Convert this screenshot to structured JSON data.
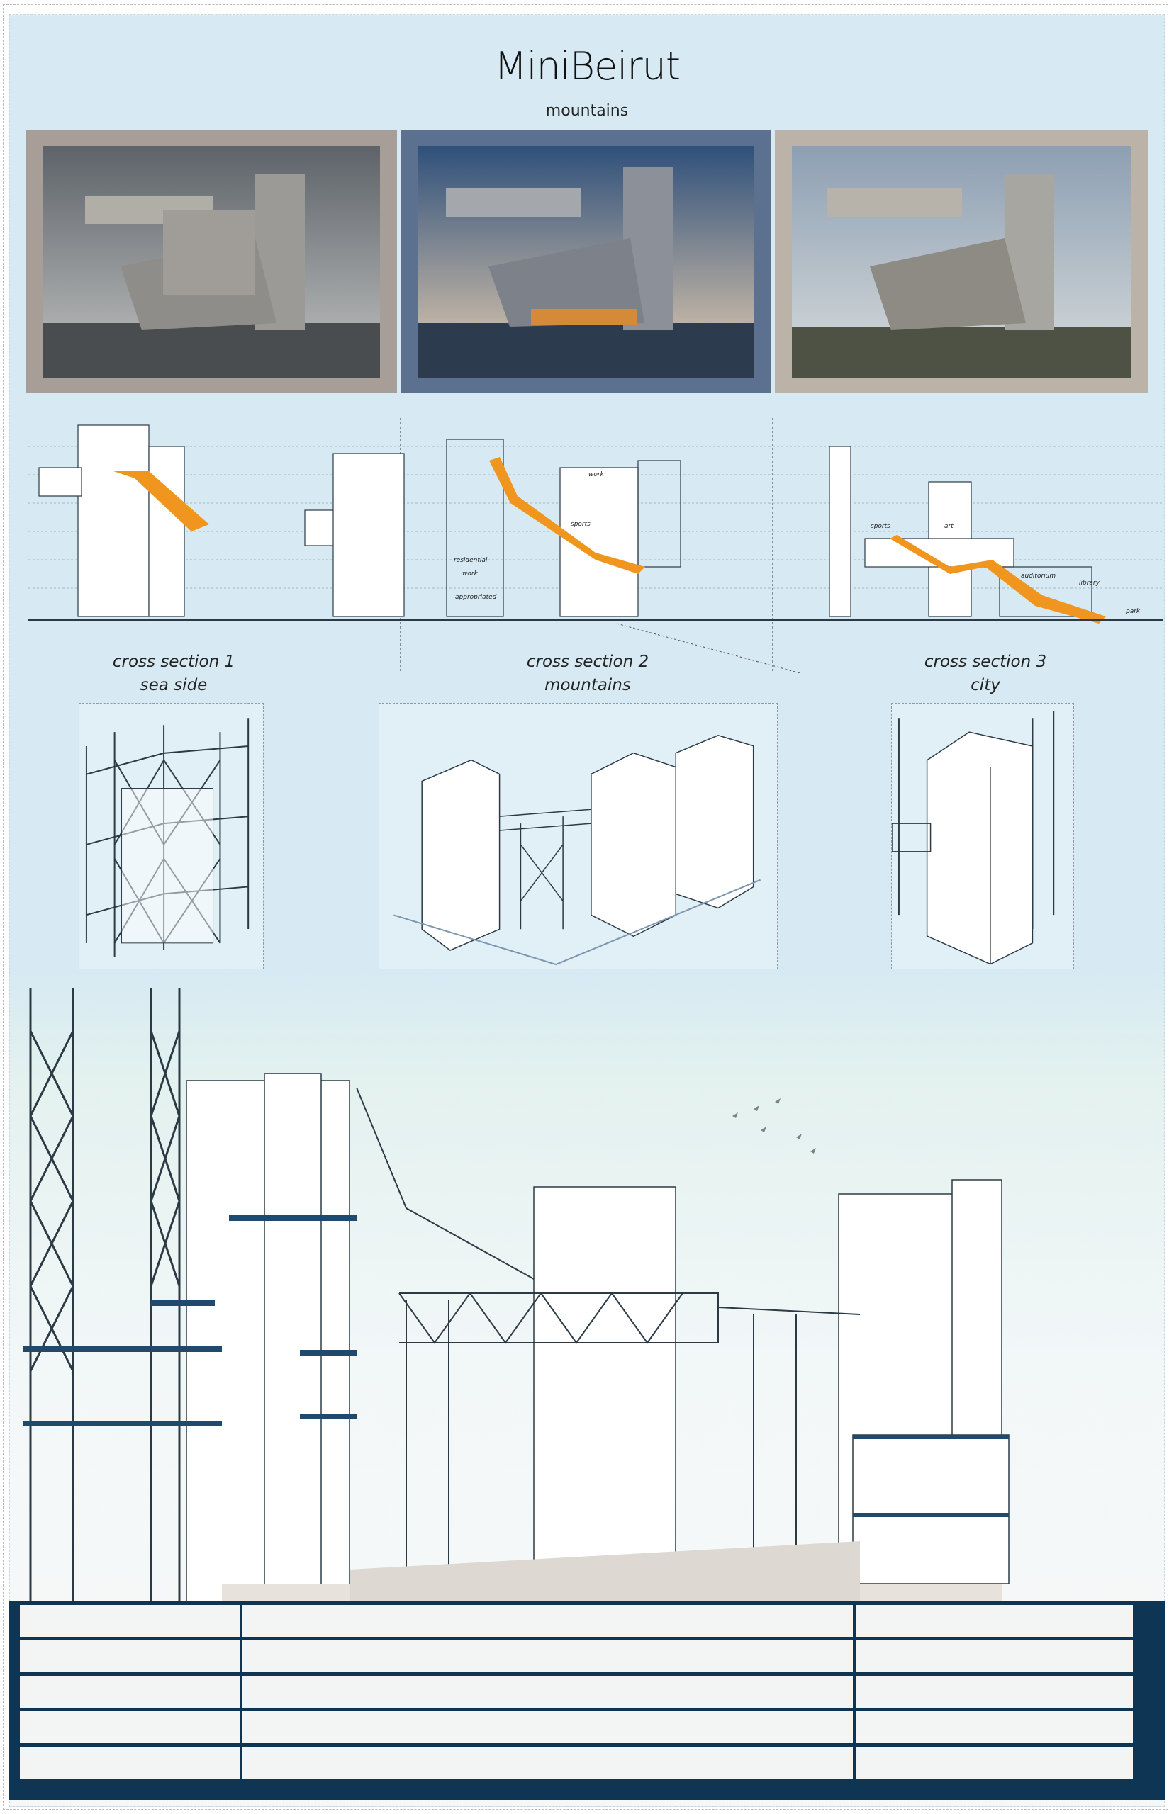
{
  "poster": {
    "title": "MiniBeirut",
    "subtitle": "mountains"
  },
  "renders": [
    {
      "name": "render-overcast",
      "sky": "#6f757b",
      "mat": "#a79e97"
    },
    {
      "name": "render-dusk",
      "sky": "#3d5c84",
      "mat": "#5c7190"
    },
    {
      "name": "render-daylight",
      "sky": "#a6b6c4",
      "mat": "#bcb3a8"
    }
  ],
  "elevation_labels": {
    "residential": "residential",
    "work": "work",
    "appropriated": "appropriated",
    "work_tower": "work",
    "sports_bridge": "sports",
    "sports_right": "sports",
    "art": "art",
    "auditorium": "auditorium",
    "library": "library",
    "park": "park"
  },
  "cross_sections": [
    {
      "title": "cross section 1",
      "place": "sea side"
    },
    {
      "title": "cross section 2",
      "place": "mountains"
    },
    {
      "title": "cross section 3",
      "place": "city"
    }
  ],
  "colors": {
    "background": "#d7eaf3",
    "ramp": "#f0961e",
    "navy": "#0e3553",
    "line": "#2b3a44"
  }
}
